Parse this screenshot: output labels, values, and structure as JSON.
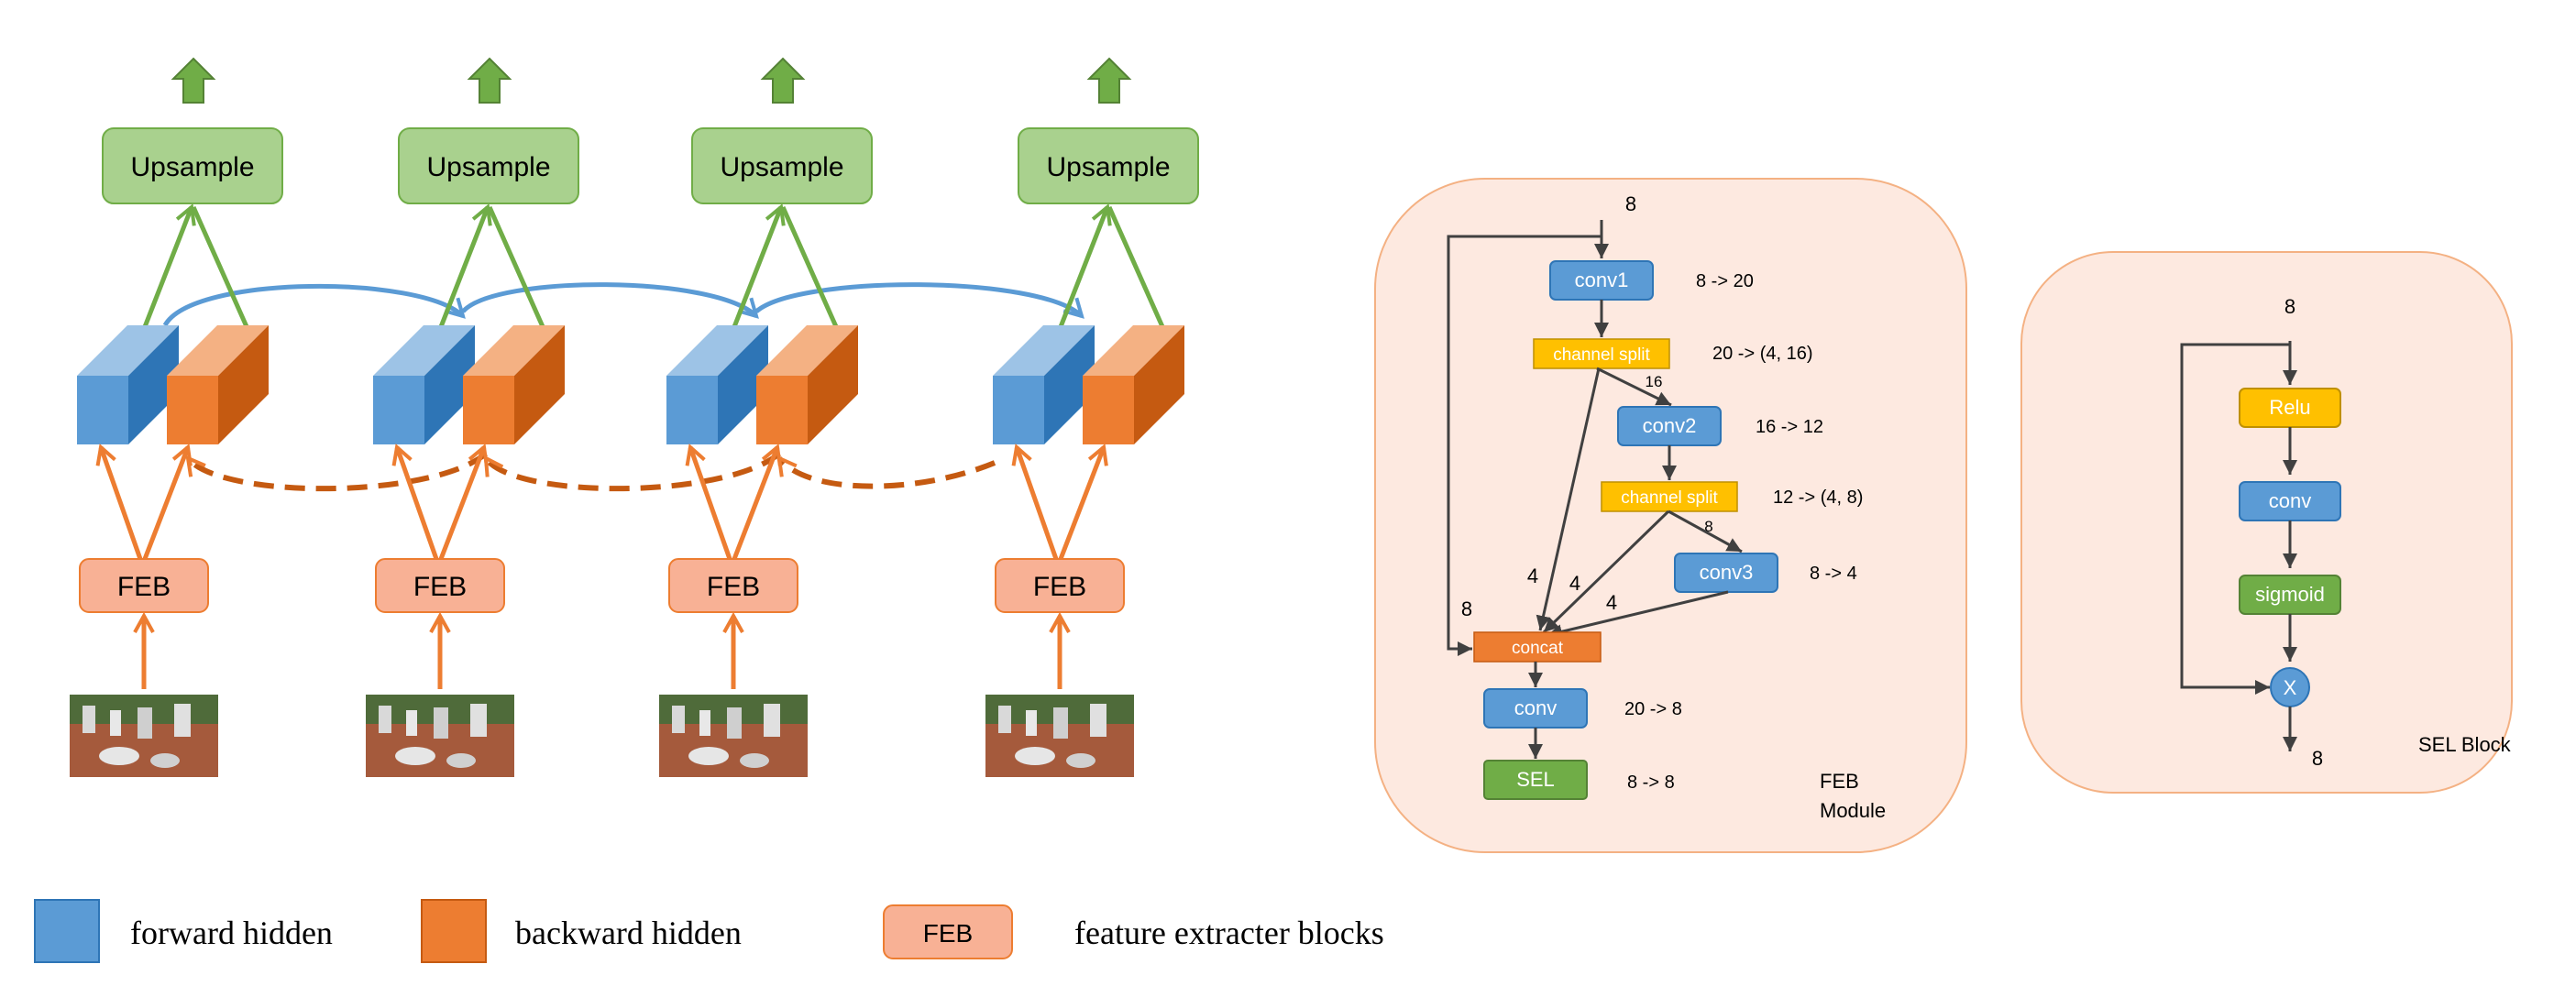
{
  "colors": {
    "forward": "#5b9bd5",
    "backward": "#ed7d31",
    "feb_fill": "#f8b195",
    "upsample_fill": "#a9d18e",
    "green_arrow": "#70ad47",
    "blue_line": "#5b9bd5",
    "orange_line": "#c55a11",
    "yellow": "#ffc000",
    "panel_fill": "#fde9e0",
    "panel_border": "#f4b183"
  },
  "rnn": {
    "upsample_label": "Upsample",
    "feb_label": "FEB",
    "columns": 4
  },
  "feb_module": {
    "title_line1": "FEB",
    "title_line2": "Module",
    "input_channels": "8",
    "conv1": "conv1",
    "conv1_dims": "8 -> 20",
    "split1": "channel split",
    "split1_dims": "20 -> (4, 16)",
    "split1_out": "16",
    "conv2": "conv2",
    "conv2_dims": "16 -> 12",
    "split2": "channel split",
    "split2_dims": "12 -> (4, 8)",
    "split2_out": "8",
    "conv3": "conv3",
    "conv3_dims": "8 -> 4",
    "skip_channels": "8",
    "branch1": "4",
    "branch2": "4",
    "branch3": "4",
    "concat": "concat",
    "conv": "conv",
    "conv_dims": "20 -> 8",
    "sel": "SEL",
    "sel_dims": "8 -> 8"
  },
  "sel_block": {
    "title": "SEL Block",
    "input_channels": "8",
    "relu": "Relu",
    "conv": "conv",
    "sigmoid": "sigmoid",
    "multiply": "X",
    "output_channels": "8"
  },
  "legend": {
    "forward": "forward hidden",
    "backward": "backward hidden",
    "feb_box": "FEB",
    "feb_desc": "feature extracter blocks"
  }
}
